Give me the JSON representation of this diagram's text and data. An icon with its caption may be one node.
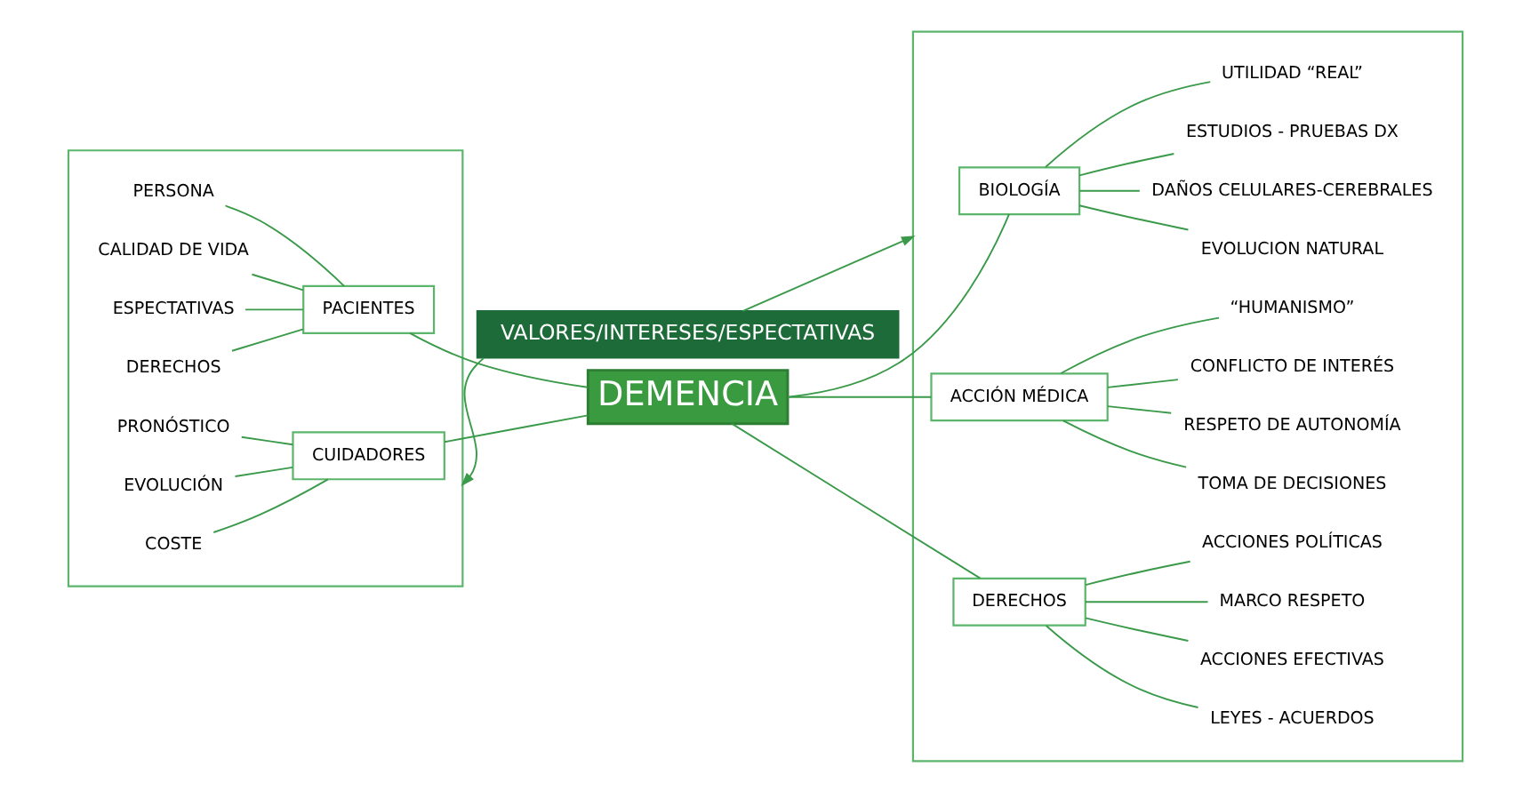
{
  "diagram": {
    "nodes": [
      {
        "text": [
          "VALORES/INTERESES/ESPECTATIVAS"
        ]
      },
      {
        "text": [],
        "shape": "box"
      },
      {
        "text": [
          "PERSONA"
        ],
        "in": 1
      },
      {
        "text": [
          "CALIDAD DE VIDA"
        ],
        "in": 1
      },
      {
        "text": [
          "ESPECTATIVAS"
        ],
        "in": 1
      },
      {
        "text": [
          "DERECHOS"
        ],
        "in": 1
      },
      {
        "text": [
          "PACIENTES"
        ],
        "in": 1
      },
      {
        "text": [
          "PRONÓSTICO"
        ],
        "in": 1
      },
      {
        "text": [
          "EVOLUCIÓN"
        ],
        "in": 1
      },
      {
        "text": [
          "COSTE"
        ],
        "in": 1
      },
      {
        "text": [
          "CUIDADORES"
        ],
        "in": 1
      },
      {
        "text": [
          "DEMENCIA"
        ]
      },
      {
        "text": [],
        "shape": "box"
      },
      {
        "text": [
          "BIOLOGÍA"
        ],
        "in": 12
      },
      {
        "text": [
          "EVOLUCION NATURAL"
        ],
        "in": 12
      },
      {
        "text": [
          "DAÑOS CELULARES-CEREBRALES"
        ],
        "in": 12
      },
      {
        "text": [
          "ESTUDIOS - PRUEBAS DX"
        ],
        "in": 12
      },
      {
        "text": [
          "UTILIDAD “REAL”"
        ],
        "in": 12
      },
      {
        "text": [
          "ACCIÓN MÉDICA"
        ],
        "in": 12
      },
      {
        "text": [
          "TOMA DE DECISIONES"
        ],
        "in": 12
      },
      {
        "text": [
          "RESPETO DE AUTONOMÍA"
        ],
        "in": 12
      },
      {
        "text": [
          "CONFLICTO DE INTERÉS"
        ],
        "in": 12
      },
      {
        "text": [
          "“HUMANISMO”"
        ],
        "in": 12
      },
      {
        "text": [
          "DERECHOS"
        ],
        "in": 12
      },
      {
        "text": [
          "LEYES - ACUERDOS"
        ],
        "in": 12
      },
      {
        "text": [
          "ACCIONES EFECTIVAS"
        ],
        "in": 12
      },
      {
        "text": [
          "MARCO RESPETO"
        ],
        "in": 12
      },
      {
        "text": [
          "ACCIONES POLÍTICAS"
        ],
        "in": 12
      }
    ],
    "edges": [
      {
        "from": 0,
        "to": 1,
        "arrow": "to"
      },
      {
        "from": 0,
        "to": 12,
        "arrow": "to"
      },
      {
        "from": 2,
        "to": 6,
        "arrow": "none"
      },
      {
        "from": 3,
        "to": 6,
        "arrow": "none"
      },
      {
        "from": 4,
        "to": 6,
        "arrow": "none"
      },
      {
        "from": 5,
        "to": 6,
        "arrow": "none"
      },
      {
        "from": 7,
        "to": 10,
        "arrow": "none"
      },
      {
        "from": 8,
        "to": 10,
        "arrow": "none"
      },
      {
        "from": 9,
        "to": 10,
        "arrow": "none"
      },
      {
        "from": 6,
        "to": 11,
        "arrow": "none"
      },
      {
        "from": 10,
        "to": 11,
        "arrow": "none"
      },
      {
        "from": 11,
        "to": 13,
        "arrow": "none"
      },
      {
        "from": 11,
        "to": 18,
        "arrow": "none"
      },
      {
        "from": 11,
        "to": 23,
        "arrow": "none"
      },
      {
        "from": 13,
        "to": 14,
        "arrow": "none"
      },
      {
        "from": 13,
        "to": 15,
        "arrow": "none"
      },
      {
        "from": 13,
        "to": 16,
        "arrow": "none"
      },
      {
        "from": 13,
        "to": 17,
        "arrow": "none"
      },
      {
        "from": 18,
        "to": 19,
        "arrow": "none"
      },
      {
        "from": 18,
        "to": 20,
        "arrow": "none"
      },
      {
        "from": 18,
        "to": 21,
        "arrow": "none"
      },
      {
        "from": 18,
        "to": 22,
        "arrow": "none"
      },
      {
        "from": 23,
        "to": 24,
        "arrow": "none"
      },
      {
        "from": 23,
        "to": 25,
        "arrow": "none"
      },
      {
        "from": 23,
        "to": 26,
        "arrow": "none"
      },
      {
        "from": 23,
        "to": 27,
        "arrow": "none"
      }
    ]
  }
}
